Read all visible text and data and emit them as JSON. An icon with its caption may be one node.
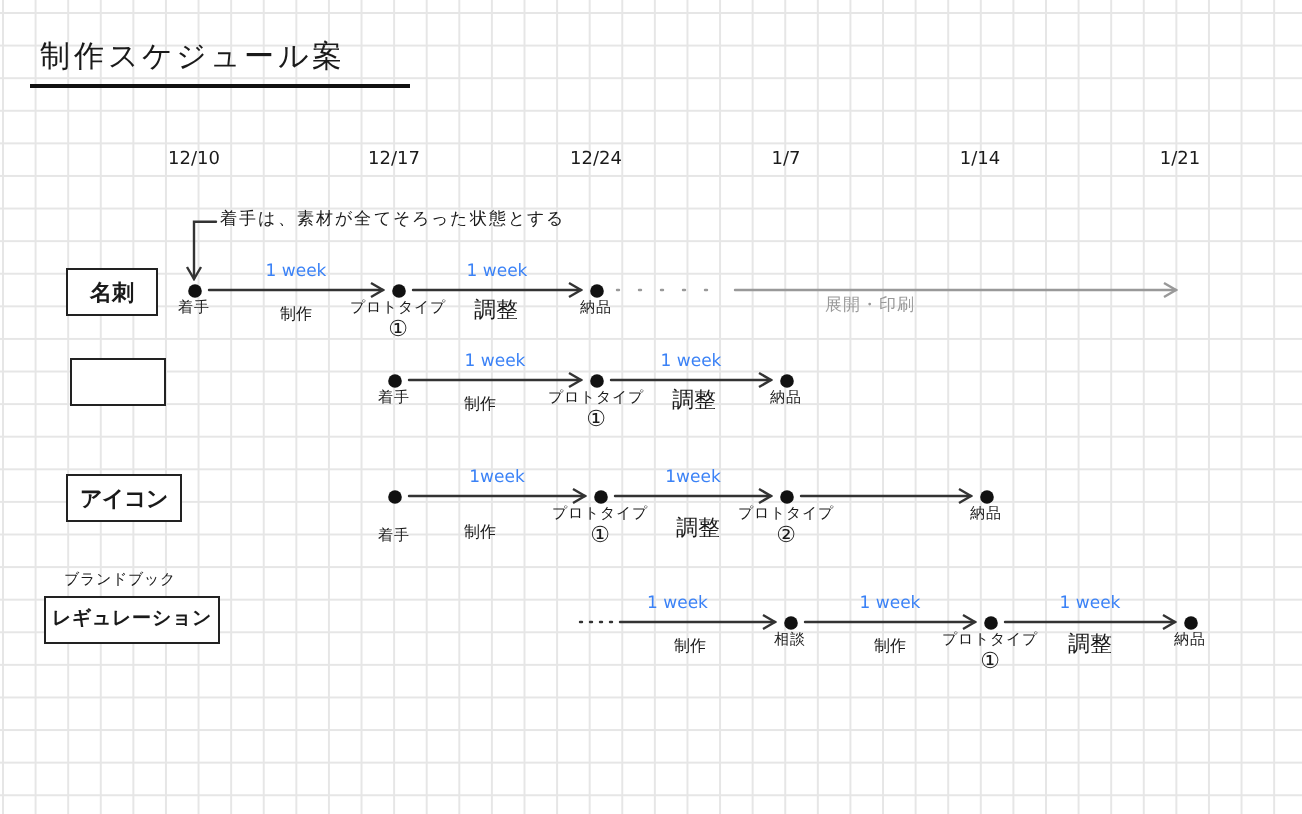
{
  "diagram": {
    "title": "制作スケジュール案",
    "nodes": [
      {
        "text": [
          "着手は、素材が全てそろった状態とする"
        ]
      },
      {
        "text": [
          "名刺"
        ]
      },
      {
        "text": [],
        "shape": "circle",
        "beside": [
          "着手"
        ]
      },
      {
        "text": [],
        "shape": "circle",
        "beside": [
          "プロトタイプ",
          "①"
        ]
      },
      {
        "text": [],
        "shape": "circle",
        "beside": [
          "納品"
        ]
      },
      {
        "text": [],
        "shape": "box"
      },
      {
        "text": [],
        "shape": "circle",
        "beside": [
          "着手"
        ]
      },
      {
        "text": [],
        "shape": "circle",
        "beside": [
          "プロトタイプ",
          "①"
        ]
      },
      {
        "text": [],
        "shape": "circle",
        "beside": [
          "納品"
        ]
      },
      {
        "text": [
          "アイコン"
        ]
      },
      {
        "text": [],
        "shape": "circle",
        "beside": [
          "着手"
        ]
      },
      {
        "text": [],
        "shape": "circle",
        "beside": [
          "プロトタイプ",
          "①"
        ]
      },
      {
        "text": [],
        "shape": "circle",
        "beside": [
          "プロトタイプ",
          "②"
        ]
      },
      {
        "text": [],
        "shape": "circle",
        "beside": [
          "納品"
        ]
      },
      {
        "text": [
          "ブランドブック",
          "レギュレーション"
        ]
      },
      {
        "text": [],
        "shape": "circle",
        "beside": [
          "相談"
        ]
      },
      {
        "text": [],
        "shape": "circle",
        "beside": [
          "プロトタイプ",
          "①"
        ]
      },
      {
        "text": [],
        "shape": "circle",
        "beside": [
          "納品"
        ]
      }
    ],
    "edges": [
      {
        "from": 0,
        "to": 2,
        "arrow": "to"
      },
      {
        "from": 2,
        "to": 3,
        "arrow": "to",
        "label": "1 week"
      },
      {
        "from": 3,
        "to": 4,
        "arrow": "to",
        "label": "1 week"
      },
      {
        "from": 4,
        "to": null,
        "arrow": "to",
        "label": "展開・印刷",
        "color": "#999999"
      },
      {
        "from": 6,
        "to": 7,
        "arrow": "to",
        "label": "1 week"
      },
      {
        "from": 7,
        "to": 8,
        "arrow": "to",
        "label": "1 week"
      },
      {
        "from": 10,
        "to": 11,
        "arrow": "to",
        "label": "1week"
      },
      {
        "from": 11,
        "to": 12,
        "arrow": "to",
        "label": "1week"
      },
      {
        "from": 12,
        "to": 13,
        "arrow": "to"
      },
      {
        "from": null,
        "to": 15,
        "arrow": "to",
        "label": "1 week"
      },
      {
        "from": 15,
        "to": 16,
        "arrow": "to",
        "label": "1 week"
      },
      {
        "from": 16,
        "to": 17,
        "arrow": "to",
        "label": "1 week"
      }
    ],
    "labels": [
      "12/10",
      "12/17",
      "12/24",
      "1/7",
      "1/14",
      "1/21",
      "制作",
      "調整",
      "制作",
      "調整",
      "制作",
      "調整",
      "制作",
      "制作",
      "調整"
    ]
  }
}
